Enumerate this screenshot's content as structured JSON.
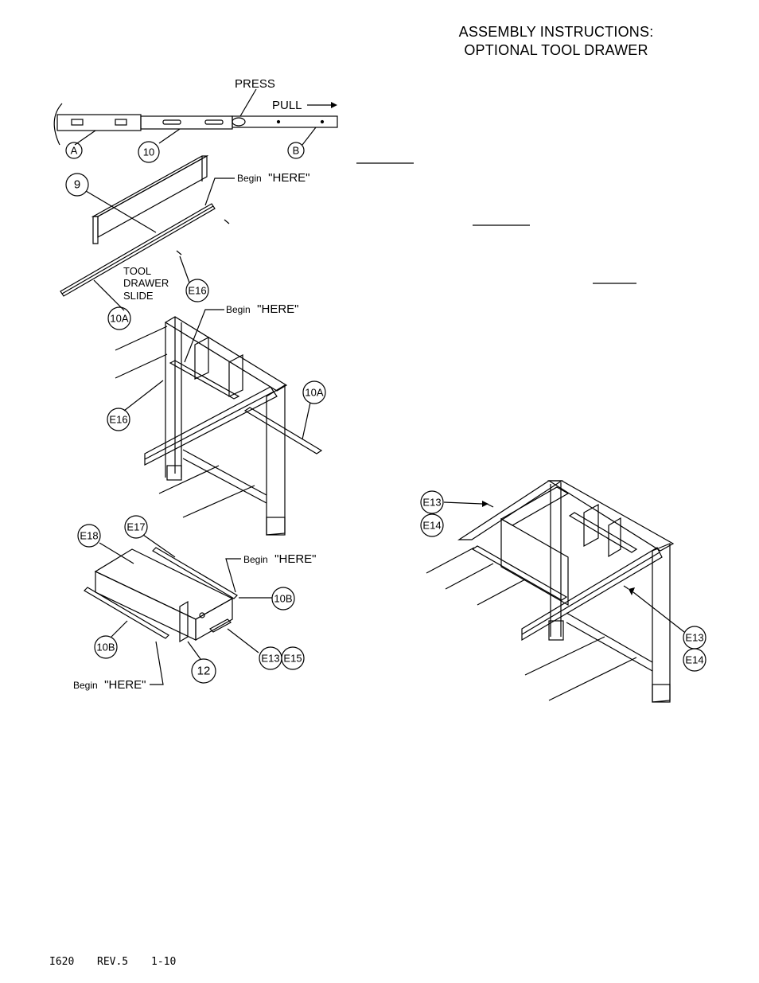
{
  "header": {
    "title_line1": "ASSEMBLY INSTRUCTIONS:",
    "title_line2": "OPTIONAL TOOL DRAWER"
  },
  "diagram": {
    "press": "PRESS",
    "pull": "PULL",
    "slide_label_1": "TOOL",
    "slide_label_2": "DRAWER",
    "slide_label_3": "SLIDE",
    "begin_here_prefix": "Begin",
    "begin_here_word": "\"HERE\"",
    "callouts": {
      "a": "A",
      "b": "B",
      "c10": "10",
      "c9": "9",
      "c10a": "10A",
      "c10b": "10B",
      "c12": "12",
      "e13": "E13",
      "e14": "E14",
      "e15": "E15",
      "e16": "E16",
      "e17": "E17",
      "e18": "E18"
    }
  },
  "footer": {
    "doc_no": "I620",
    "rev": "REV.5",
    "date": "1-10"
  }
}
